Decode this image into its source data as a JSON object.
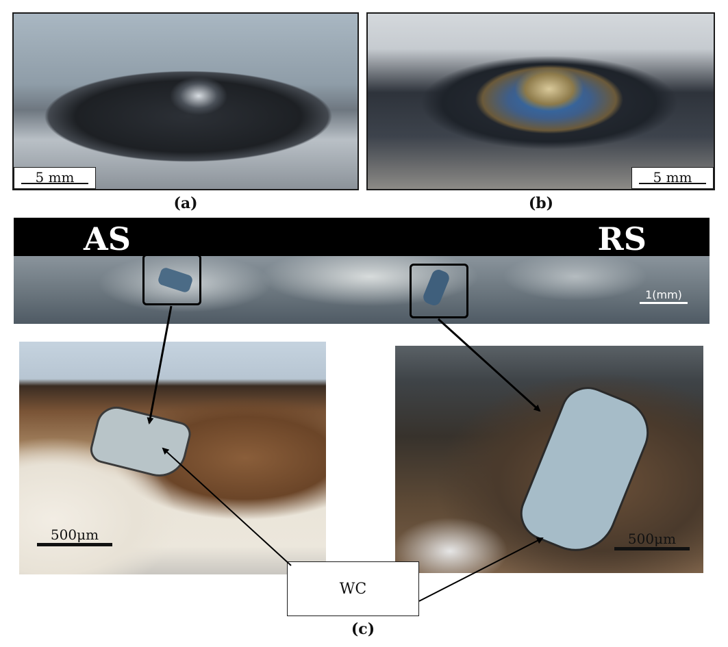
{
  "panel_a": {
    "scale_label": "5 mm",
    "caption": "(a)"
  },
  "panel_b": {
    "scale_label": "5 mm",
    "caption": "(b)"
  },
  "panel_c": {
    "left_label": "AS",
    "right_label": "RS",
    "strip_scale_label": "1(mm)",
    "micro_left_scale_label": "500μm",
    "micro_right_scale_label": "500μm",
    "callout_label": "WC",
    "caption": "(c)"
  }
}
